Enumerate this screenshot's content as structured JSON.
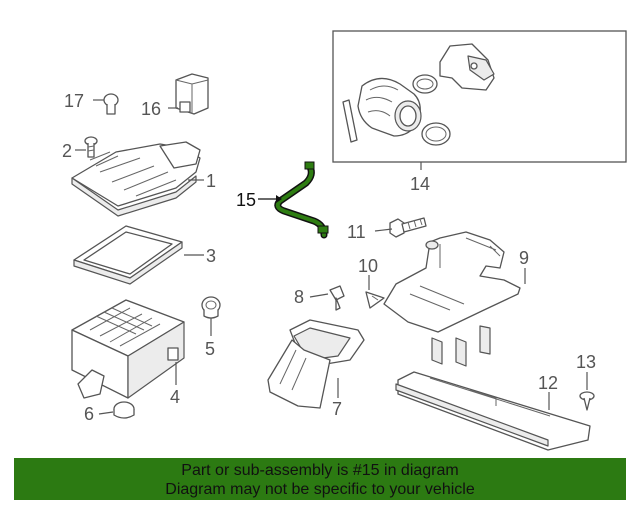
{
  "diagram": {
    "callouts": {
      "c1": "1",
      "c2": "2",
      "c3": "3",
      "c4": "4",
      "c5": "5",
      "c6": "6",
      "c7": "7",
      "c8": "8",
      "c9": "9",
      "c10": "10",
      "c11": "11",
      "c12": "12",
      "c13": "13",
      "c14": "14",
      "c15": "15",
      "c16": "16",
      "c17": "17"
    },
    "highlight_part": "15",
    "highlight_color": "#2e7d12"
  },
  "banner": {
    "line1": "Part or sub-assembly is #15 in diagram",
    "line2": "Diagram may not be specific to your vehicle",
    "background": "#2c7a12"
  }
}
